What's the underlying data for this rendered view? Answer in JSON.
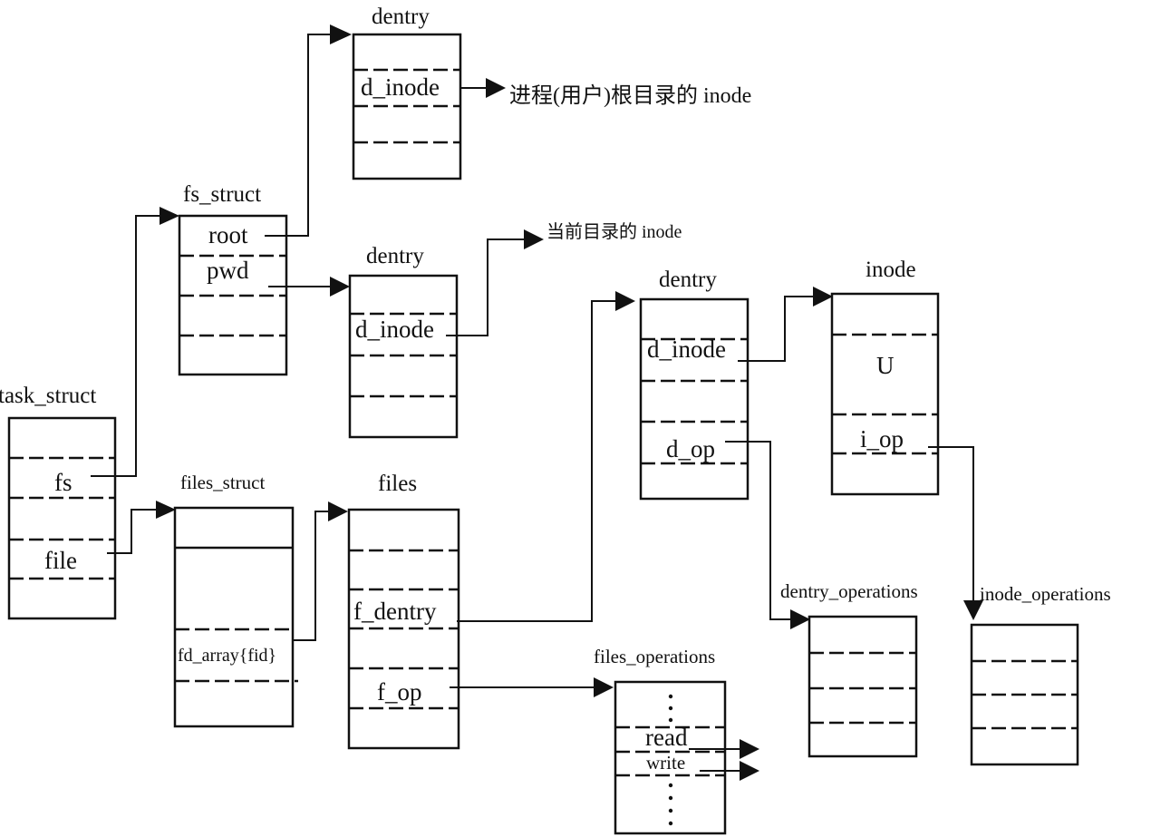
{
  "titles": {
    "task_struct": "task_struct",
    "fs_struct": "fs_struct",
    "files_struct": "files_struct",
    "files": "files",
    "dentry_root": "dentry",
    "dentry_pwd": "dentry",
    "dentry_file": "dentry",
    "inode": "inode",
    "dentry_operations": "dentry_operations",
    "inode_operations": "inode_operations",
    "files_operations": "files_operations"
  },
  "fields": {
    "fs": "fs",
    "file": "file",
    "root": "root",
    "pwd": "pwd",
    "fd_array": "fd_array{fid}",
    "f_dentry": "f_dentry",
    "f_op": "f_op",
    "d_inode_root": "d_inode",
    "d_inode_pwd": "d_inode",
    "d_inode_file": "d_inode",
    "d_op": "d_op",
    "u": "U",
    "i_op": "i_op",
    "read": "read",
    "write": "write"
  },
  "notes": {
    "root_inode": "进程(用户)根目录的 inode",
    "cwd_inode": "当前目录的 inode"
  },
  "colors": {
    "ink": "#111111",
    "background": "#ffffff"
  }
}
